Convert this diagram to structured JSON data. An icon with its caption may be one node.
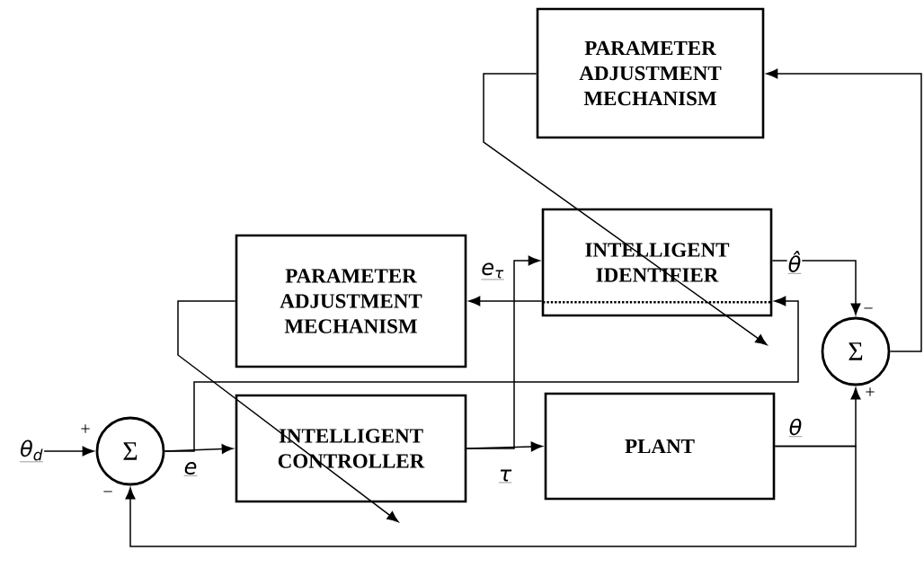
{
  "diagram": {
    "nodes": [
      {
        "text": [
          "PARAMETER ADJUSTMENT MECHANISM"
        ]
      },
      {
        "text": [
          "INTELLIGENT IDENTIFIER"
        ]
      },
      {
        "text": [
          "PARAMETER ADJUSTMENT MECHANISM"
        ]
      },
      {
        "text": [
          "Σ"
        ],
        "beside": [
          "−",
          "+"
        ]
      },
      {
        "text": [
          "θ$_{d}$"
        ]
      },
      {
        "text": [
          "Σ"
        ],
        "beside": [
          "+",
          "−"
        ]
      },
      {
        "text": [
          "INTELLIGENT CONTROLLER"
        ]
      },
      {
        "text": [
          "PLANT"
        ]
      }
    ],
    "edges": [
      {
        "from": 4,
        "to": 5,
        "arrow": "to"
      },
      {
        "from": 5,
        "to": 6,
        "arrow": "to",
        "label": "e"
      },
      {
        "from": 6,
        "to": 7,
        "arrow": "to",
        "label": "τ"
      },
      {
        "from": 6,
        "to": 1,
        "arrow": "to"
      },
      {
        "from": 1,
        "to": 2,
        "arrow": "to",
        "label": "e$_{τ}$"
      },
      {
        "from": 2,
        "to": 6,
        "arrow": "to"
      },
      {
        "from": 5,
        "to": 1,
        "arrow": "to"
      },
      {
        "from": 7,
        "to": 3,
        "arrow": "to",
        "label": "θ"
      },
      {
        "from": 7,
        "to": 5,
        "arrow": "to"
      },
      {
        "from": 1,
        "to": 3,
        "arrow": "to",
        "label": "θ̂"
      },
      {
        "from": 3,
        "to": 0,
        "arrow": "to"
      },
      {
        "from": 0,
        "to": 1,
        "arrow": "to"
      }
    ]
  }
}
